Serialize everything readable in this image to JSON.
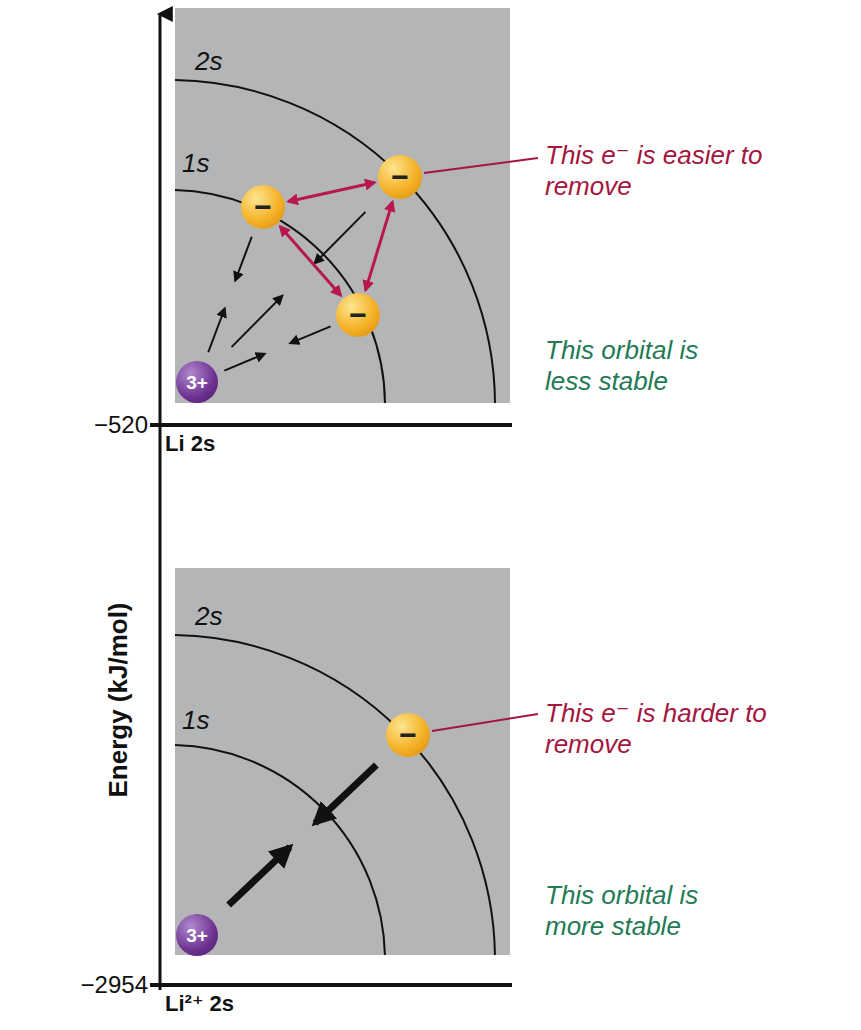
{
  "diagram": {
    "nodes": [
      {
        "text": [
          "2s",
          "1s"
        ]
      },
      {
        "text": [
          "3+"
        ],
        "in": 0
      },
      {
        "text": [
          "−"
        ],
        "in": 0
      },
      {
        "text": [
          "−"
        ],
        "in": 0
      },
      {
        "text": [
          "−"
        ],
        "in": 0
      },
      {
        "text": [
          "2s",
          "1s"
        ]
      },
      {
        "text": [
          "3+"
        ],
        "in": 5
      },
      {
        "text": [
          "−"
        ],
        "in": 5
      }
    ],
    "edges": [
      {
        "from": 2,
        "to": 3,
        "arrow": "both"
      },
      {
        "from": 2,
        "to": 4,
        "arrow": "both"
      },
      {
        "from": 3,
        "to": 4,
        "arrow": "both"
      }
    ],
    "labels": [
      "This e⁻ is easier to remove",
      "This orbital is less stable",
      "−520",
      "Li 2s",
      "Energy (kJ/mol)",
      "This e⁻ is harder to remove",
      "This orbital is more stable",
      "−2954",
      "Li²⁺ 2s"
    ]
  }
}
